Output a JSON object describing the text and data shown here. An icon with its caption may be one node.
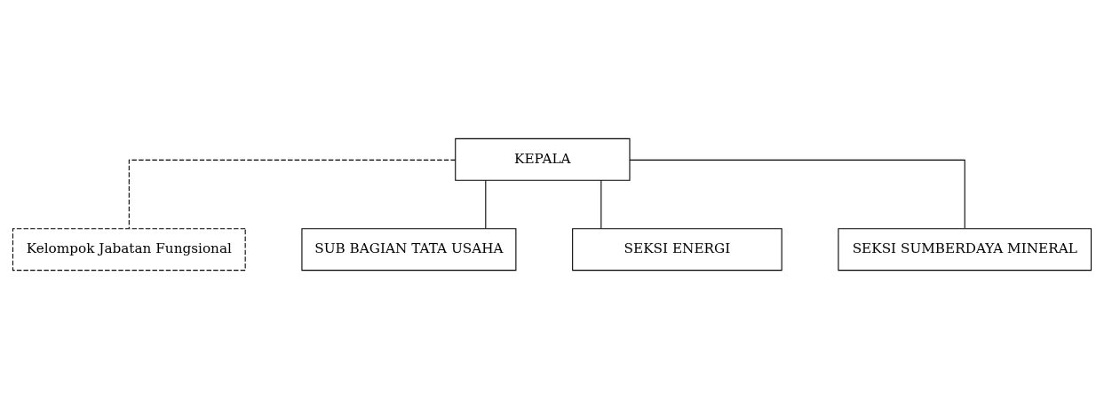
{
  "diagram": {
    "nodes": [
      {
        "text": [
          "KEPALA"
        ]
      },
      {
        "text": [
          "Kelompok Jabatan Fungsional"
        ]
      },
      {
        "text": [
          "SUB BAGIAN TATA USAHA"
        ]
      },
      {
        "text": [
          "SEKSI ENERGI"
        ]
      },
      {
        "text": [
          "SEKSI SUMBERDAYA MINERAL"
        ]
      }
    ],
    "edges": [
      {
        "from": 0,
        "to": 1,
        "arrow": "none",
        "style": "dashed"
      },
      {
        "from": 0,
        "to": 2,
        "arrow": "none"
      },
      {
        "from": 0,
        "to": 3,
        "arrow": "none"
      },
      {
        "from": 0,
        "to": 4,
        "arrow": "none"
      }
    ]
  }
}
